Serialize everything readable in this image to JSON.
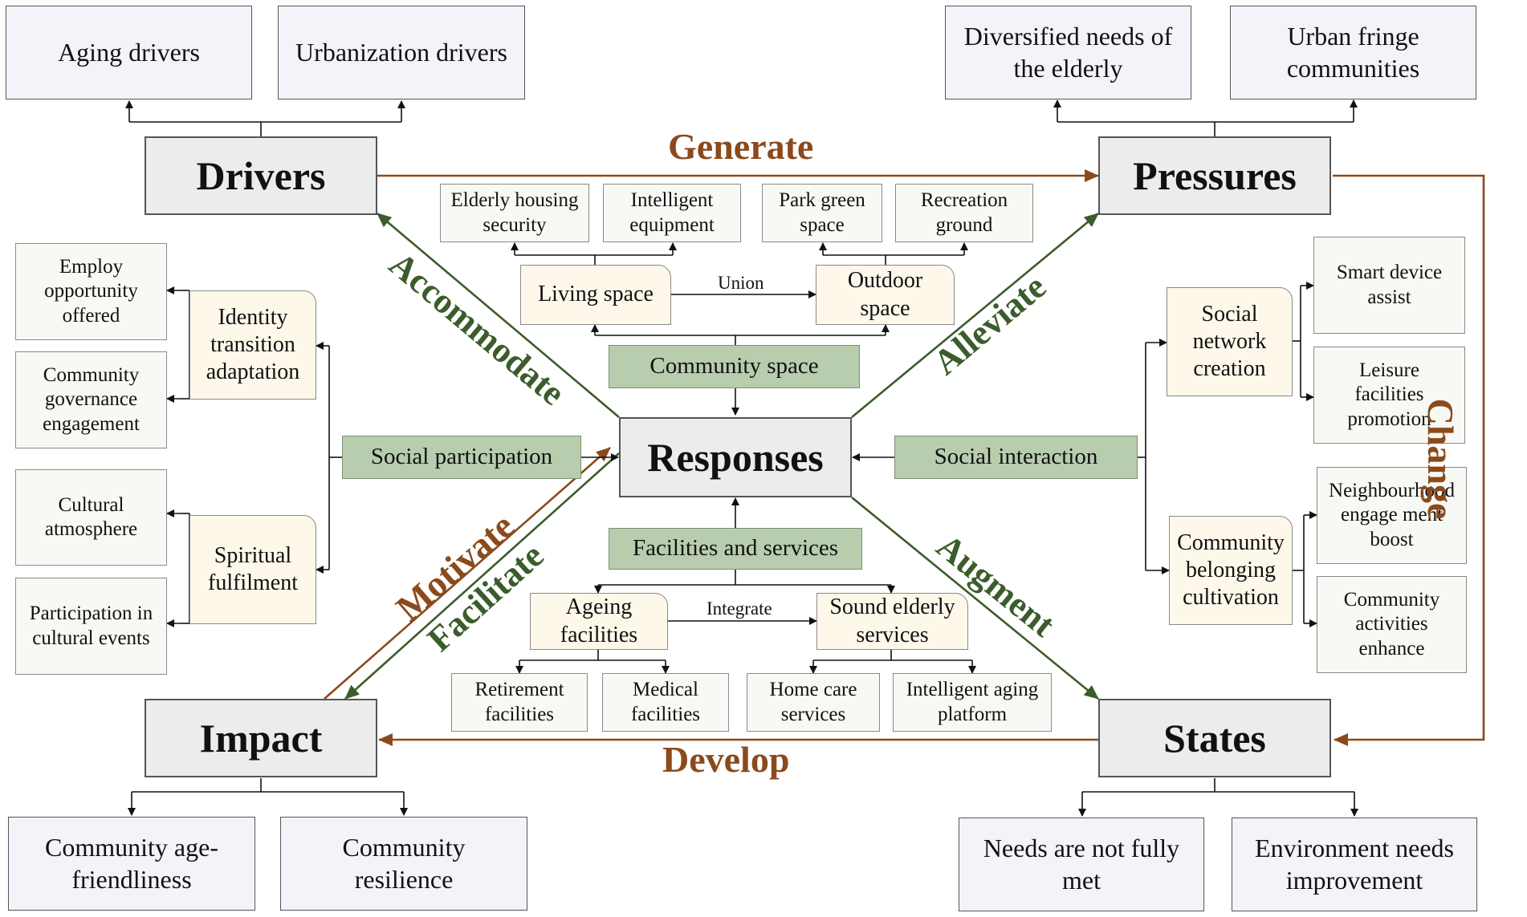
{
  "nodes": {
    "drivers": "Drivers",
    "pressures": "Pressures",
    "responses": "Responses",
    "impact": "Impact",
    "states": "States"
  },
  "drivers_children": [
    "Aging drivers",
    "Urbanization drivers"
  ],
  "pressures_children": [
    "Diversified needs of the elderly",
    "Urban fringe communities"
  ],
  "impact_children": [
    "Community age-friendliness",
    "Community resilience"
  ],
  "states_children": [
    "Needs are not fully met",
    "Environment needs improvement"
  ],
  "relations": {
    "generate": "Generate",
    "develop": "Develop",
    "change": "Change",
    "motivate": "Motivate",
    "accommodate": "Accommodate",
    "alleviate": "Alleviate",
    "facilitate": "Facilitate",
    "augment": "Augment"
  },
  "community_space": {
    "label": "Community space",
    "union": "Union",
    "living_space": {
      "label": "Living space",
      "children": [
        "Elderly housing security",
        "Intelligent equipment"
      ]
    },
    "outdoor_space": {
      "label": "Outdoor space",
      "children": [
        "Park green space",
        "Recreation ground"
      ]
    }
  },
  "facilities_services": {
    "label": "Facilities and services",
    "integrate": "Integrate",
    "ageing_facilities": {
      "label": "Ageing facilities",
      "children": [
        "Retirement facilities",
        "Medical facilities"
      ]
    },
    "sound_services": {
      "label": "Sound elderly services",
      "children": [
        "Home care services",
        "Intelligent aging platform"
      ]
    }
  },
  "social_participation": {
    "label": "Social participation",
    "identity": {
      "label": "Identity transition adaptation",
      "children": [
        "Employ opportunity offered",
        "Community governance engagement"
      ]
    },
    "spiritual": {
      "label": "Spiritual fulfilment",
      "children": [
        "Cultural atmosphere",
        "Participation in cultural events"
      ]
    }
  },
  "social_interaction": {
    "label": "Social interaction",
    "network": {
      "label": "Social network creation",
      "children": [
        "Smart device assist",
        "Leisure facilities promotion"
      ]
    },
    "belonging": {
      "label": "Community belonging cultivation",
      "children": [
        "Neighbourhood engage ment boost",
        "Community activities enhance"
      ]
    }
  },
  "colors": {
    "brown_arrow": "#8b4a1c",
    "green_arrow": "#3b5c2b",
    "green_box": "#b8ccae",
    "cream_box": "#fdf8ea"
  }
}
